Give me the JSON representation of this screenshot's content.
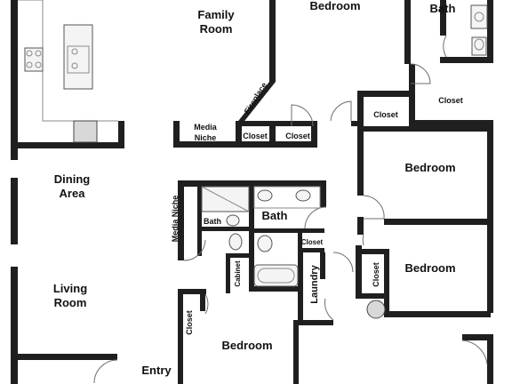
{
  "rooms": {
    "family_room": [
      "Family",
      "Room"
    ],
    "bedroom_top": "Bedroom",
    "bath_top": "Bath",
    "closet_top_right": "Closet",
    "closet_mid": "Closet",
    "bedroom_right_1": "Bedroom",
    "bedroom_right_2": "Bedroom",
    "dining_area": [
      "Dining",
      "Area"
    ],
    "living_room": [
      "Living",
      "Room"
    ],
    "media_niche_top": [
      "Media",
      "Niche"
    ],
    "fireplace": "Fireplace",
    "closet_a": "Closet",
    "closet_b": "Closet",
    "media_niche_vertical": "Media Niche",
    "bath_small": "Bath",
    "bath_main": "Bath",
    "closet_small": "Closet",
    "cabinet": "Cabinet",
    "laundry": "Laundry",
    "closet_vertical_right": "Closet",
    "closet_vertical_left": "Closet",
    "bedroom_bottom": "Bedroom",
    "entry": "Entry"
  },
  "colors": {
    "wall": "#1f1f1f",
    "background": "#ffffff",
    "appliance": "#d8d8d8"
  }
}
